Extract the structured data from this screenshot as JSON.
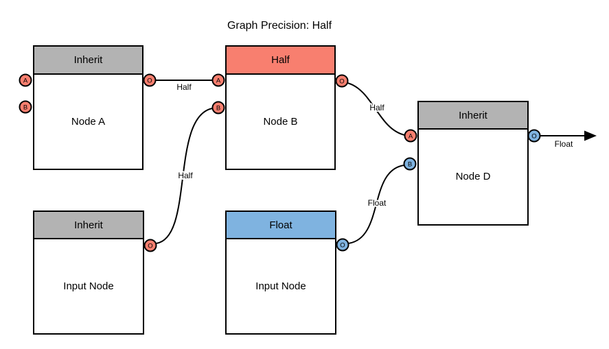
{
  "title": "Graph Precision: Half",
  "colors": {
    "half_red": "#F87F6F",
    "float_blue": "#7FB3E0",
    "inherit_gray": "#B3B3B3",
    "stroke": "#000000",
    "background": "#FFFFFF"
  },
  "nodes": {
    "node_a": {
      "header": "Inherit",
      "label": "Node A",
      "ports": {
        "a": "A",
        "b": "B",
        "o": "O"
      }
    },
    "node_b": {
      "header": "Half",
      "label": "Node B",
      "ports": {
        "a": "A",
        "b": "B",
        "o": "O"
      }
    },
    "node_d": {
      "header": "Inherit",
      "label": "Node D",
      "ports": {
        "a": "A",
        "b": "B",
        "o": "O"
      }
    },
    "input_node_left": {
      "header": "Inherit",
      "label": "Input Node",
      "ports": {
        "o": "O"
      }
    },
    "input_node_right": {
      "header": "Float",
      "label": "Input Node",
      "ports": {
        "o": "O"
      }
    }
  },
  "edges": {
    "node_a_to_node_b": {
      "label": "Half"
    },
    "input_left_to_node_b": {
      "label": "Half"
    },
    "node_b_to_node_d": {
      "label": "Half"
    },
    "input_right_to_node_d": {
      "label": "Float"
    },
    "node_d_output": {
      "label": "Float"
    }
  }
}
